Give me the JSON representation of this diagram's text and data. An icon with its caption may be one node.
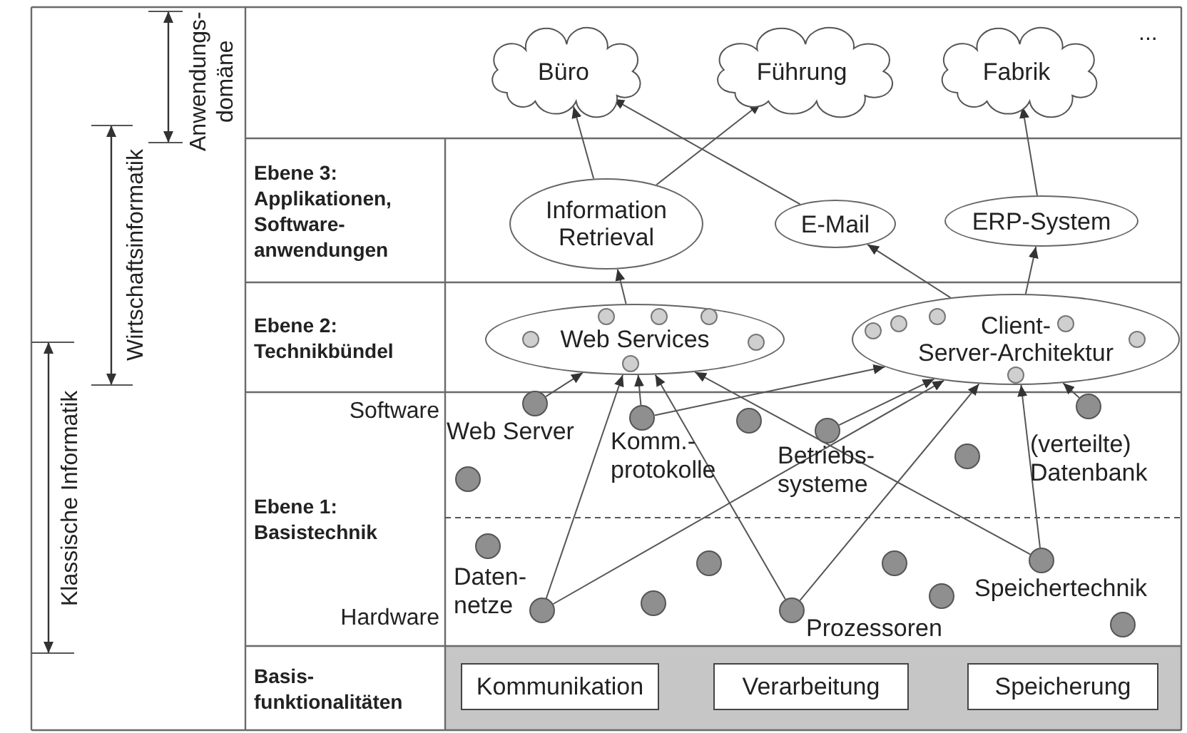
{
  "diagram": {
    "nodes": [
      {
        "text": [
          "Büro"
        ]
      },
      {
        "text": [
          "Führung"
        ]
      },
      {
        "text": [
          "Fabrik"
        ]
      },
      {
        "text": [
          "Ebene 3: Applikationen, Software- anwendungen"
        ]
      },
      {
        "text": [
          "Information Retrieval"
        ]
      },
      {
        "text": [
          "E-Mail"
        ]
      },
      {
        "text": [
          "ERP-System"
        ]
      },
      {
        "text": [
          "Ebene 2: Technikbündel"
        ]
      },
      {
        "text": [
          "Web Services"
        ]
      },
      {
        "text": [
          "Client- Server-Architektur"
        ]
      },
      {
        "text": [],
        "shape": "circle",
        "in": 8
      },
      {
        "text": [],
        "shape": "circle",
        "in": 8
      },
      {
        "text": [],
        "shape": "circle",
        "in": 8
      },
      {
        "text": [],
        "shape": "circle",
        "in": 8
      },
      {
        "text": [],
        "shape": "circle",
        "in": 8
      },
      {
        "text": [],
        "shape": "circle",
        "in": 8
      },
      {
        "text": [],
        "shape": "circle",
        "in": 9
      },
      {
        "text": [],
        "shape": "circle",
        "in": 9
      },
      {
        "text": [],
        "shape": "circle",
        "in": 9
      },
      {
        "text": [],
        "shape": "circle",
        "in": 9
      },
      {
        "text": [],
        "shape": "circle",
        "in": 9
      },
      {
        "text": [],
        "shape": "circle",
        "in": 9
      },
      {
        "text": [
          "Ebene 1: Basistechnik"
        ]
      },
      {
        "text": [],
        "shape": "circle",
        "beside": [
          "Web Server"
        ]
      },
      {
        "text": [],
        "shape": "circle",
        "beside": [
          "(verteilte) Datenbank"
        ]
      },
      {
        "text": [],
        "shape": "circle",
        "beside": [
          "Komm.- protokolle"
        ]
      },
      {
        "text": [],
        "shape": "circle"
      },
      {
        "text": [],
        "shape": "circle",
        "beside": [
          "Betriebs- systeme"
        ]
      },
      {
        "text": [],
        "shape": "circle"
      },
      {
        "text": [],
        "shape": "circle"
      },
      {
        "text": [],
        "shape": "circle"
      },
      {
        "text": [],
        "shape": "circle",
        "beside": [
          "Speichertechnik"
        ]
      },
      {
        "text": [],
        "shape": "circle"
      },
      {
        "text": [],
        "shape": "circle"
      },
      {
        "text": [],
        "shape": "circle"
      },
      {
        "text": [],
        "shape": "circle"
      },
      {
        "text": [],
        "shape": "circle",
        "beside": [
          "Daten- netze"
        ]
      },
      {
        "text": [],
        "shape": "circle",
        "beside": [
          "Prozessoren"
        ]
      },
      {
        "text": [],
        "shape": "circle"
      },
      {
        "text": [
          "Basis- funktionalitäten"
        ]
      },
      {
        "text": [
          "Kommunikation"
        ]
      },
      {
        "text": [
          "Verarbeitung"
        ]
      },
      {
        "text": [
          "Speicherung"
        ]
      }
    ],
    "edges": [
      {
        "from": 4,
        "to": 0,
        "arrow": "to"
      },
      {
        "from": 4,
        "to": 1,
        "arrow": "to"
      },
      {
        "from": 5,
        "to": 0,
        "arrow": "to"
      },
      {
        "from": 6,
        "to": 2,
        "arrow": "to"
      },
      {
        "from": 8,
        "to": 4,
        "arrow": "to"
      },
      {
        "from": 9,
        "to": 5,
        "arrow": "to"
      },
      {
        "from": 9,
        "to": 6,
        "arrow": "to"
      },
      {
        "from": 23,
        "to": 8,
        "arrow": "to"
      },
      {
        "from": 25,
        "to": 8,
        "arrow": "to"
      },
      {
        "from": 25,
        "to": 9,
        "arrow": "to"
      },
      {
        "from": 36,
        "to": 8,
        "arrow": "to"
      },
      {
        "from": 36,
        "to": 9,
        "arrow": "to"
      },
      {
        "from": 37,
        "to": 8,
        "arrow": "to"
      },
      {
        "from": 37,
        "to": 9,
        "arrow": "to"
      },
      {
        "from": 27,
        "to": 9,
        "arrow": "to"
      },
      {
        "from": 31,
        "to": 8,
        "arrow": "to"
      },
      {
        "from": 31,
        "to": 9,
        "arrow": "to"
      },
      {
        "from": 24,
        "to": 9,
        "arrow": "to"
      }
    ],
    "labels": [
      "Anwendungs- domäne",
      "...",
      "Wirtschaftsinformatik",
      "Klassische Informatik",
      "Software",
      "Hardware"
    ]
  }
}
